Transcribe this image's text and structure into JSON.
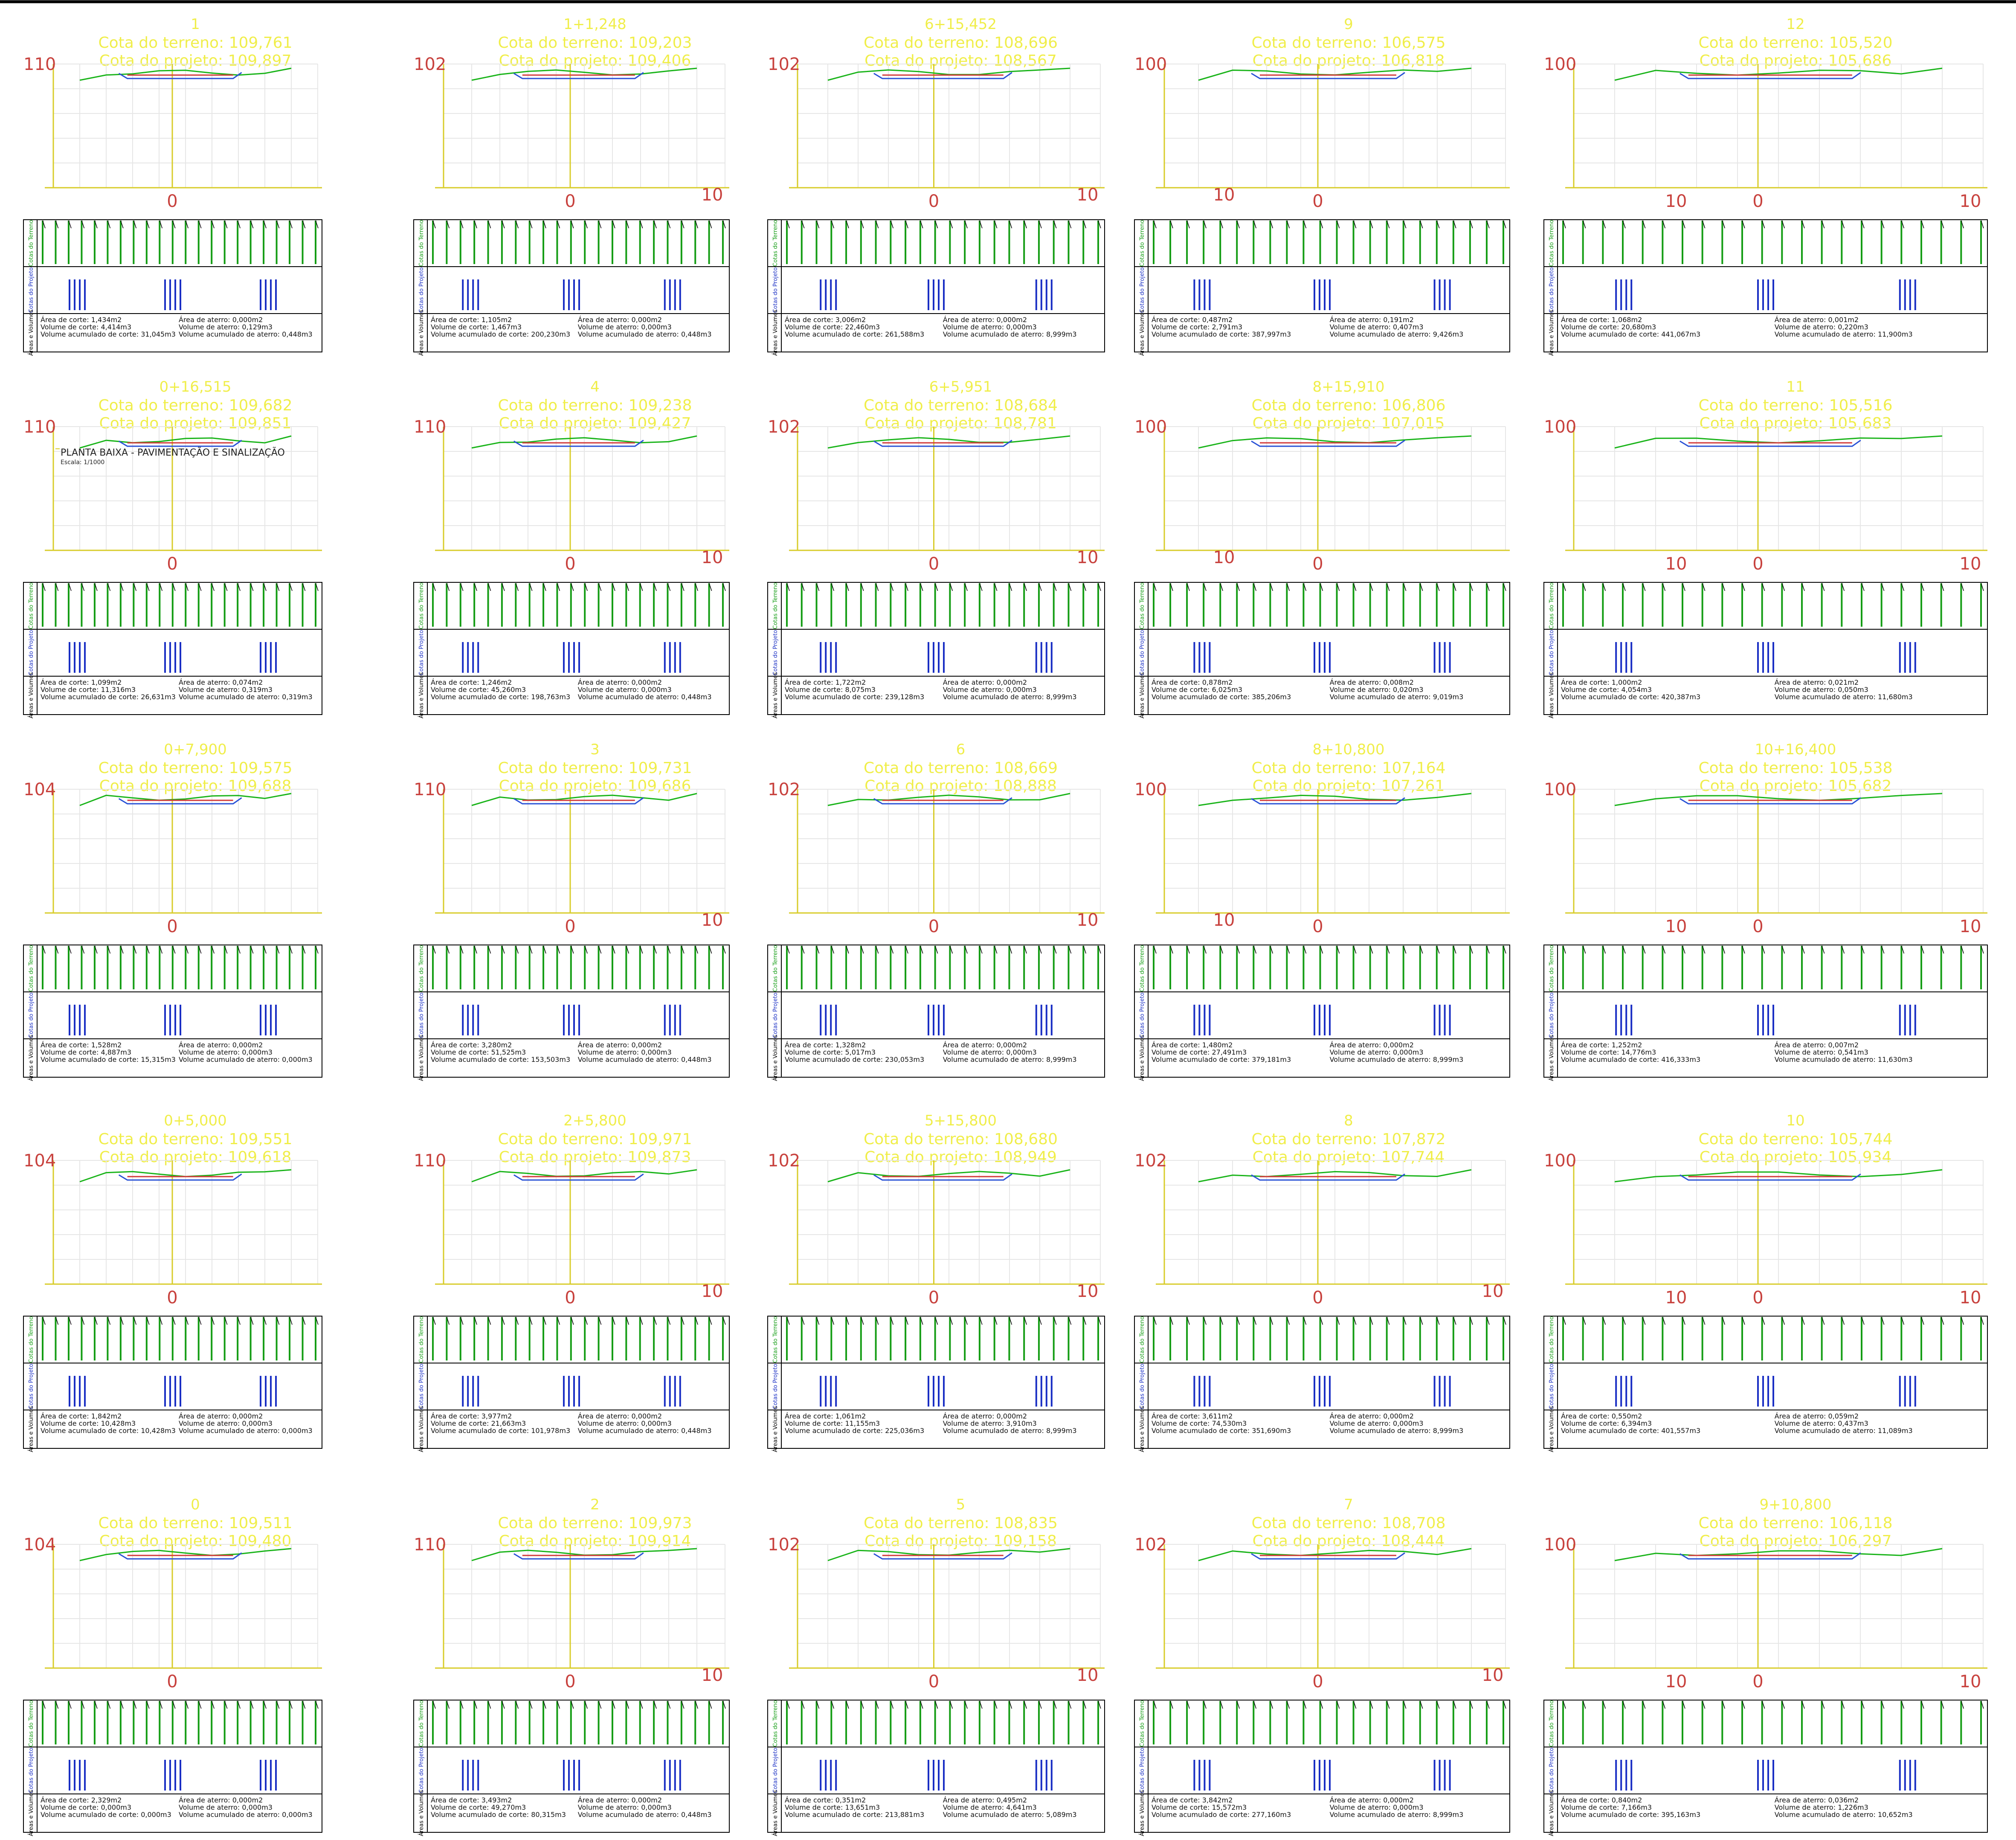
{
  "drawing": {
    "title": "PLANTA BAIXA - PAVIMENTAÇÃO E SINALIZAÇÃO",
    "scale": "Escala: 1/1000"
  },
  "labels": {
    "cota_terreno": "Cota do terreno:",
    "cota_projeto": "Cota do projeto:",
    "row_terreno": "Cotas do Terreno",
    "row_projeto": "Cotas do Projeto",
    "row_areas": "Áreas e Volumes",
    "area_corte": "Área de corte:",
    "vol_corte": "Volume de corte:",
    "vol_acum_corte": "Volume acumulado de corte:",
    "area_aterro": "Área de aterro:",
    "vol_aterro": "Volume de aterro:",
    "vol_acum_aterro": "Volume acumulado de aterro:"
  },
  "colors": {
    "grid": "#e6e6e6",
    "axis": "#d8cc2a",
    "header": "#f0ee4a",
    "terrain": "#1ab41a",
    "design_red": "#d23a3a",
    "design_blue": "#2a52d6",
    "elev": "#c8423e",
    "green_text": "#159d15",
    "blue_text": "#1a2fc4"
  },
  "sections": [
    {
      "station": "1",
      "cota_terreno": "109,761",
      "cota_projeto": "109,897",
      "datum": "110",
      "axis_labels": [
        "0"
      ],
      "area_corte": "1,434m2",
      "vol_corte": "4,414m3",
      "vol_acum_corte": "31,045m3",
      "area_aterro": "0,000m2",
      "vol_aterro": "0,129m3",
      "vol_acum_aterro": "0,448m3"
    },
    {
      "station": "1+1,248",
      "cota_terreno": "109,203",
      "cota_projeto": "109,406",
      "datum": "102",
      "axis_labels": [
        "0",
        "10"
      ],
      "area_corte": "1,105m2",
      "vol_corte": "1,467m3",
      "vol_acum_corte": "200,230m3",
      "area_aterro": "0,000m2",
      "vol_aterro": "0,000m3",
      "vol_acum_aterro": "0,448m3"
    },
    {
      "station": "6+15,452",
      "cota_terreno": "108,696",
      "cota_projeto": "108,567",
      "datum": "102",
      "axis_labels": [
        "0",
        "10"
      ],
      "area_corte": "3,006m2",
      "vol_corte": "22,460m3",
      "vol_acum_corte": "261,588m3",
      "area_aterro": "0,000m2",
      "vol_aterro": "0,000m3",
      "vol_acum_aterro": "8,999m3"
    },
    {
      "station": "9",
      "cota_terreno": "106,575",
      "cota_projeto": "106,818",
      "datum": "100",
      "axis_labels": [
        "10",
        "0"
      ],
      "area_corte": "0,487m2",
      "vol_corte": "2,791m3",
      "vol_acum_corte": "387,997m3",
      "area_aterro": "0,191m2",
      "vol_aterro": "0,407m3",
      "vol_acum_aterro": "9,426m3"
    },
    {
      "station": "12",
      "cota_terreno": "105,520",
      "cota_projeto": "105,686",
      "datum": "100",
      "axis_labels": [
        "10",
        "0",
        "10"
      ],
      "area_corte": "1,068m2",
      "vol_corte": "20,680m3",
      "vol_acum_corte": "441,067m3",
      "area_aterro": "0,001m2",
      "vol_aterro": "0,220m3",
      "vol_acum_aterro": "11,900m3"
    },
    {
      "station": "0+16,515",
      "cota_terreno": "109,682",
      "cota_projeto": "109,851",
      "datum": "110",
      "axis_labels": [
        "0"
      ],
      "area_corte": "1,099m2",
      "vol_corte": "11,316m3",
      "vol_acum_corte": "26,631m3",
      "area_aterro": "0,074m2",
      "vol_aterro": "0,319m3",
      "vol_acum_aterro": "0,319m3"
    },
    {
      "station": "4",
      "cota_terreno": "109,238",
      "cota_projeto": "109,427",
      "datum": "110",
      "axis_labels": [
        "0",
        "10"
      ],
      "area_corte": "1,246m2",
      "vol_corte": "45,260m3",
      "vol_acum_corte": "198,763m3",
      "area_aterro": "0,000m2",
      "vol_aterro": "0,000m3",
      "vol_acum_aterro": "0,448m3"
    },
    {
      "station": "6+5,951",
      "cota_terreno": "108,684",
      "cota_projeto": "108,781",
      "datum": "102",
      "axis_labels": [
        "0",
        "10"
      ],
      "area_corte": "1,722m2",
      "vol_corte": "8,075m3",
      "vol_acum_corte": "239,128m3",
      "area_aterro": "0,000m2",
      "vol_aterro": "0,000m3",
      "vol_acum_aterro": "8,999m3"
    },
    {
      "station": "8+15,910",
      "cota_terreno": "106,806",
      "cota_projeto": "107,015",
      "datum": "100",
      "axis_labels": [
        "10",
        "0"
      ],
      "area_corte": "0,878m2",
      "vol_corte": "6,025m3",
      "vol_acum_corte": "385,206m3",
      "area_aterro": "0,008m2",
      "vol_aterro": "0,020m3",
      "vol_acum_aterro": "9,019m3"
    },
    {
      "station": "11",
      "cota_terreno": "105,516",
      "cota_projeto": "105,683",
      "datum": "100",
      "axis_labels": [
        "10",
        "0",
        "10"
      ],
      "area_corte": "1,000m2",
      "vol_corte": "4,054m3",
      "vol_acum_corte": "420,387m3",
      "area_aterro": "0,021m2",
      "vol_aterro": "0,050m3",
      "vol_acum_aterro": "11,680m3"
    },
    {
      "station": "0+7,900",
      "cota_terreno": "109,575",
      "cota_projeto": "109,688",
      "datum": "104",
      "axis_labels": [
        "0"
      ],
      "area_corte": "1,528m2",
      "vol_corte": "4,887m3",
      "vol_acum_corte": "15,315m3",
      "area_aterro": "0,000m2",
      "vol_aterro": "0,000m3",
      "vol_acum_aterro": "0,000m3"
    },
    {
      "station": "3",
      "cota_terreno": "109,731",
      "cota_projeto": "109,686",
      "datum": "110",
      "axis_labels": [
        "0",
        "10"
      ],
      "area_corte": "3,280m2",
      "vol_corte": "51,525m3",
      "vol_acum_corte": "153,503m3",
      "area_aterro": "0,000m2",
      "vol_aterro": "0,000m3",
      "vol_acum_aterro": "0,448m3"
    },
    {
      "station": "6",
      "cota_terreno": "108,669",
      "cota_projeto": "108,888",
      "datum": "102",
      "axis_labels": [
        "0",
        "10"
      ],
      "area_corte": "1,328m2",
      "vol_corte": "5,017m3",
      "vol_acum_corte": "230,053m3",
      "area_aterro": "0,000m2",
      "vol_aterro": "0,000m3",
      "vol_acum_aterro": "8,999m3"
    },
    {
      "station": "8+10,800",
      "cota_terreno": "107,164",
      "cota_projeto": "107,261",
      "datum": "100",
      "axis_labels": [
        "10",
        "0"
      ],
      "area_corte": "1,480m2",
      "vol_corte": "27,491m3",
      "vol_acum_corte": "379,181m3",
      "area_aterro": "0,000m2",
      "vol_aterro": "0,000m3",
      "vol_acum_aterro": "8,999m3"
    },
    {
      "station": "10+16,400",
      "cota_terreno": "105,538",
      "cota_projeto": "105,682",
      "datum": "100",
      "axis_labels": [
        "10",
        "0",
        "10"
      ],
      "area_corte": "1,252m2",
      "vol_corte": "14,776m3",
      "vol_acum_corte": "416,333m3",
      "area_aterro": "0,007m2",
      "vol_aterro": "0,541m3",
      "vol_acum_aterro": "11,630m3"
    },
    {
      "station": "0+5,000",
      "cota_terreno": "109,551",
      "cota_projeto": "109,618",
      "datum": "104",
      "axis_labels": [
        "0"
      ],
      "area_corte": "1,842m2",
      "vol_corte": "10,428m3",
      "vol_acum_corte": "10,428m3",
      "area_aterro": "0,000m2",
      "vol_aterro": "0,000m3",
      "vol_acum_aterro": "0,000m3"
    },
    {
      "station": "2+5,800",
      "cota_terreno": "109,971",
      "cota_projeto": "109,873",
      "datum": "110",
      "axis_labels": [
        "0",
        "10"
      ],
      "area_corte": "3,977m2",
      "vol_corte": "21,663m3",
      "vol_acum_corte": "101,978m3",
      "area_aterro": "0,000m2",
      "vol_aterro": "0,000m3",
      "vol_acum_aterro": "0,448m3"
    },
    {
      "station": "5+15,800",
      "cota_terreno": "108,680",
      "cota_projeto": "108,949",
      "datum": "102",
      "axis_labels": [
        "0",
        "10"
      ],
      "area_corte": "1,061m2",
      "vol_corte": "11,155m3",
      "vol_acum_corte": "225,036m3",
      "area_aterro": "0,000m2",
      "vol_aterro": "3,910m3",
      "vol_acum_aterro": "8,999m3"
    },
    {
      "station": "8",
      "cota_terreno": "107,872",
      "cota_projeto": "107,744",
      "datum": "102",
      "axis_labels": [
        "0",
        "10"
      ],
      "area_corte": "3,611m2",
      "vol_corte": "74,530m3",
      "vol_acum_corte": "351,690m3",
      "area_aterro": "0,000m2",
      "vol_aterro": "0,000m3",
      "vol_acum_aterro": "8,999m3"
    },
    {
      "station": "10",
      "cota_terreno": "105,744",
      "cota_projeto": "105,934",
      "datum": "100",
      "axis_labels": [
        "10",
        "0",
        "10"
      ],
      "area_corte": "0,550m2",
      "vol_corte": "6,394m3",
      "vol_acum_corte": "401,557m3",
      "area_aterro": "0,059m2",
      "vol_aterro": "0,437m3",
      "vol_acum_aterro": "11,089m3"
    },
    {
      "station": "0",
      "cota_terreno": "109,511",
      "cota_projeto": "109,480",
      "datum": "104",
      "axis_labels": [
        "0"
      ],
      "area_corte": "2,329m2",
      "vol_corte": "0,000m3",
      "vol_acum_corte": "0,000m3",
      "area_aterro": "0,000m2",
      "vol_aterro": "0,000m3",
      "vol_acum_aterro": "0,000m3"
    },
    {
      "station": "2",
      "cota_terreno": "109,973",
      "cota_projeto": "109,914",
      "datum": "110",
      "axis_labels": [
        "0",
        "10"
      ],
      "area_corte": "3,493m2",
      "vol_corte": "49,270m3",
      "vol_acum_corte": "80,315m3",
      "area_aterro": "0,000m2",
      "vol_aterro": "0,000m3",
      "vol_acum_aterro": "0,448m3"
    },
    {
      "station": "5",
      "cota_terreno": "108,835",
      "cota_projeto": "109,158",
      "datum": "102",
      "axis_labels": [
        "0",
        "10"
      ],
      "area_corte": "0,351m2",
      "vol_corte": "13,651m3",
      "vol_acum_corte": "213,881m3",
      "area_aterro": "0,495m2",
      "vol_aterro": "4,641m3",
      "vol_acum_aterro": "5,089m3"
    },
    {
      "station": "7",
      "cota_terreno": "108,708",
      "cota_projeto": "108,444",
      "datum": "102",
      "axis_labels": [
        "0",
        "10"
      ],
      "area_corte": "3,842m2",
      "vol_corte": "15,572m3",
      "vol_acum_corte": "277,160m3",
      "area_aterro": "0,000m2",
      "vol_aterro": "0,000m3",
      "vol_acum_aterro": "8,999m3"
    },
    {
      "station": "9+10,800",
      "cota_terreno": "106,118",
      "cota_projeto": "106,297",
      "datum": "100",
      "axis_labels": [
        "10",
        "0",
        "10"
      ],
      "area_corte": "0,840m2",
      "vol_corte": "7,166m3",
      "vol_acum_corte": "395,163m3",
      "area_aterro": "0,036m2",
      "vol_aterro": "1,226m3",
      "vol_acum_aterro": "10,652m3"
    }
  ]
}
